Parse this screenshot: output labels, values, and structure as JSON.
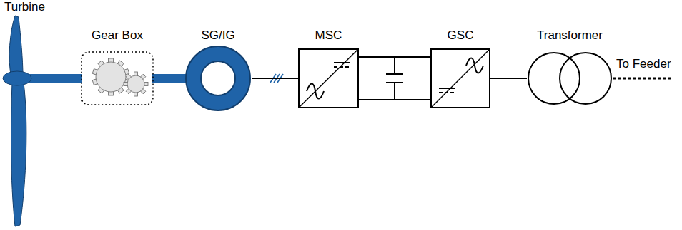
{
  "diagram": {
    "nodes": [
      {
        "text": [
          "Turbine"
        ]
      },
      {
        "text": [
          "Gear Box"
        ]
      },
      {
        "text": [
          "SG/IG"
        ]
      },
      {
        "text": [
          "MSC"
        ]
      },
      {
        "text": [
          "GSC"
        ]
      },
      {
        "text": [
          "Transformer"
        ]
      }
    ],
    "edges": [
      {
        "from": 0,
        "to": 1,
        "arrow": "none"
      },
      {
        "from": 1,
        "to": 2,
        "arrow": "none"
      },
      {
        "from": 2,
        "to": 3,
        "arrow": "none"
      },
      {
        "from": 3,
        "to": 4,
        "arrow": "none"
      },
      {
        "from": 4,
        "to": 5,
        "arrow": "none"
      }
    ],
    "labels": [
      "To Feeder"
    ]
  }
}
